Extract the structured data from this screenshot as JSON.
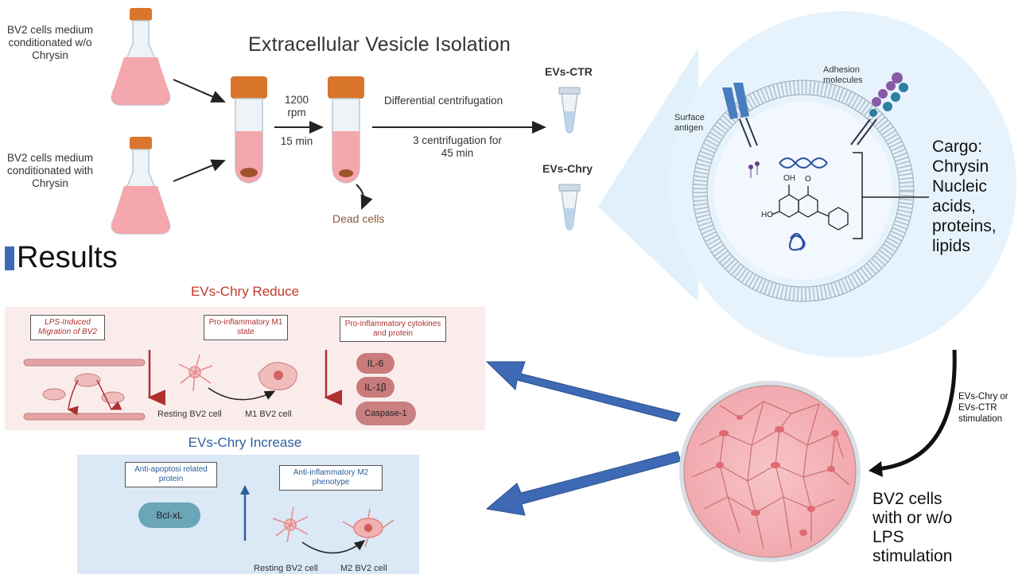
{
  "top": {
    "title": "Extracellular Vesicle Isolation",
    "flask_without": "BV2 cells medium conditionated w/o Chrysin",
    "flask_with": "BV2 cells medium conditionated with Chrysin",
    "speed": "1200 rpm",
    "time": "15 min",
    "diff_centrifugation": "Differential centrifugation",
    "three_centrifugation": "3 centrifugation for 45 min",
    "dead_cells": "Dead cells",
    "evs_ctr": "EVs-CTR",
    "evs_chry": "EVs-Chry"
  },
  "vesicle": {
    "surface_antigen": "Surface antigen",
    "adhesion_molecules": "Adhesion molecules",
    "oh1": "OH",
    "o": "O",
    "oh2": "HO",
    "cargo_title": "Cargo:",
    "cargo_items": [
      "Chrysin",
      "Nucleic",
      "acids,",
      "proteins,",
      "lipids"
    ]
  },
  "results": {
    "heading": "Results",
    "reduce_title": "EVs-Chry Reduce",
    "box_migration": "LPS-Induced Migration of BV2",
    "box_m1": "Pro-inflammatory M1 state",
    "box_cytokines": "Pro-inflammatory cytokines and protein",
    "resting_cell_1": "Resting BV2 cell",
    "m1_cell": "M1 BV2 cell",
    "il6": "IL-6",
    "il1b": "IL-1β",
    "caspase": "Caspase-1",
    "increase_title": "EVs-Chry Increase",
    "box_antiapoptosi": "Anti-apoptosi related protein",
    "box_m2": "Anti-inflammatory M2 phenotype",
    "bclxl": "Bcl-xL",
    "resting_cell_2": "Resting BV2 cell",
    "m2_cell": "M2 BV2 cell"
  },
  "dish": {
    "stimulation": "EVs-Chry or EVs-CTR stimulation",
    "bv2_label": "BV2 cells with or w/o LPS stimulation"
  },
  "colors": {
    "accent_blue": "#3e6ab5",
    "red_text": "#c0392b",
    "blue_text": "#2f5f9e",
    "cap_orange": "#d9762b",
    "medium_pink": "#f2a3a8"
  }
}
